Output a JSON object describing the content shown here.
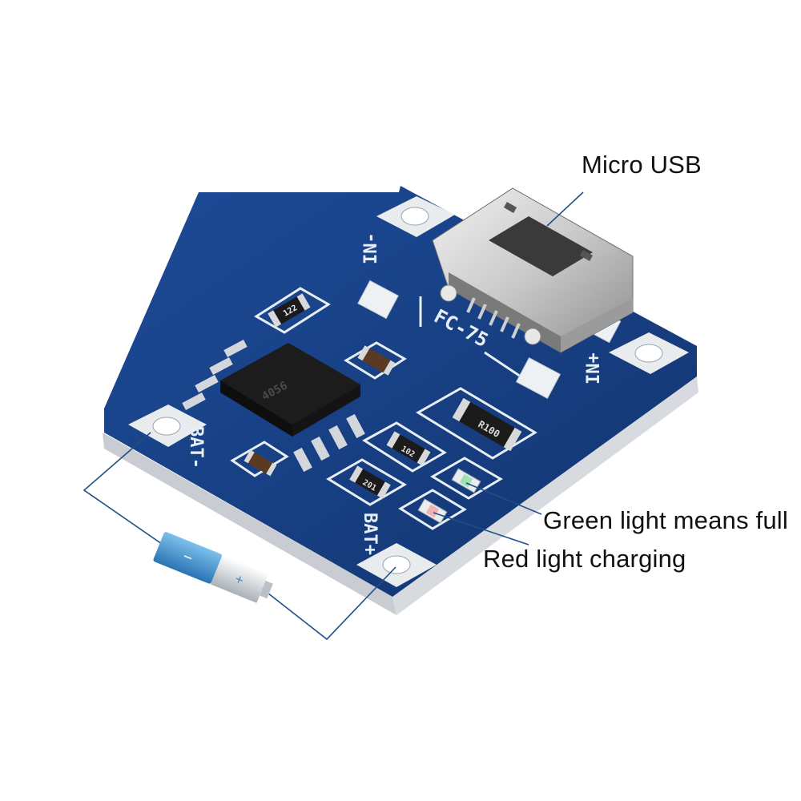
{
  "callouts": {
    "micro_usb": "Micro USB",
    "green_light": "Green light means full",
    "red_light": "Red light charging"
  },
  "silkscreen": {
    "in_minus": "IN-",
    "in_plus": "IN+",
    "bat_minus": "BAT-",
    "bat_plus": "BAT+",
    "fc_label": "FC-75",
    "resistor_1": "122",
    "resistor_2": "102",
    "resistor_3": "201",
    "resistor_big": "R100",
    "chip_marking": "4056"
  },
  "battery": {
    "minus_sign": "−",
    "plus_sign": "+"
  },
  "colors": {
    "board": "#173f86",
    "board_edge": "#c9ccd2",
    "silk": "#e8eef5",
    "callout_line": "#1f4f87",
    "battery_blue": "#3d8fc9",
    "battery_silver": "#d8dde2"
  }
}
